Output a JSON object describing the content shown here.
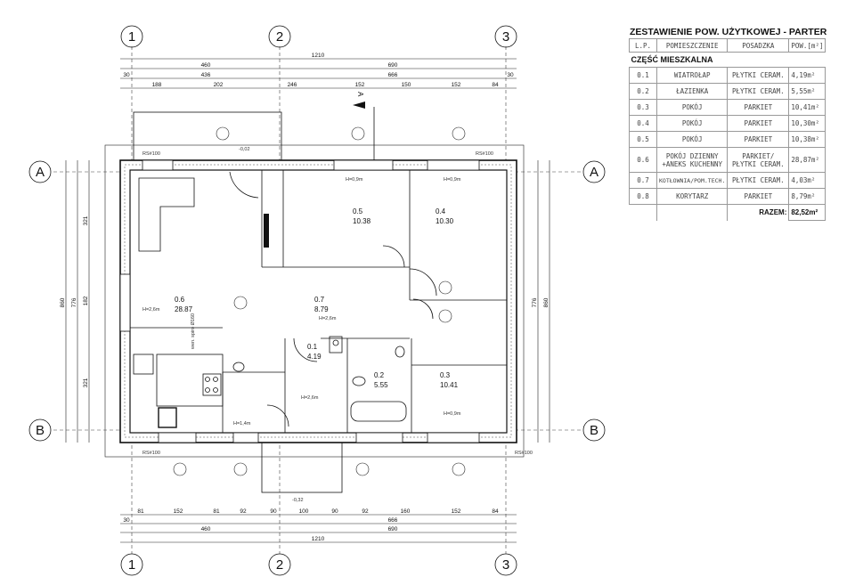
{
  "table": {
    "title": "ZESTAWIENIE POW. UŻYTKOWEJ - PARTER",
    "headers": [
      "L.P.",
      "POMIESZCZENIE",
      "POSADZKA",
      "POW.[m²]"
    ],
    "section": "CZĘŚĆ MIESZKALNA",
    "rows": [
      {
        "lp": "0.1",
        "name": "WIATROŁAP",
        "floor": "PŁYTKI CERAM.",
        "area": "4,19m²"
      },
      {
        "lp": "0.2",
        "name": "ŁAZIENKA",
        "floor": "PŁYTKI CERAM.",
        "area": "5,55m²"
      },
      {
        "lp": "0.3",
        "name": "POKÓJ",
        "floor": "PARKIET",
        "area": "10,41m²"
      },
      {
        "lp": "0.4",
        "name": "POKÓJ",
        "floor": "PARKIET",
        "area": "10,30m²"
      },
      {
        "lp": "0.5",
        "name": "POKÓJ",
        "floor": "PARKIET",
        "area": "10,38m²"
      },
      {
        "lp": "0.6",
        "name": "POKÓJ DZIENNY +ANEKS KUCHENNY",
        "floor": "PARKIET/ PŁYTKI CERAM.",
        "area": "28,87m²"
      },
      {
        "lp": "0.7",
        "name": "KOTŁOWNIA/POM.TECH.",
        "floor": "PŁYTKI CERAM.",
        "area": "4,03m²"
      },
      {
        "lp": "0.8",
        "name": "KORYTARZ",
        "floor": "PARKIET",
        "area": "8,79m²"
      }
    ],
    "total_label": "RAZEM:",
    "total_value": "82,52m²"
  },
  "axes": {
    "x": [
      "1",
      "2",
      "3"
    ],
    "y": [
      "A",
      "B"
    ]
  },
  "dims": {
    "top_total": "1210",
    "top_l2": [
      "460",
      "690"
    ],
    "top_l3": [
      "30",
      "436",
      "666",
      "30"
    ],
    "top_l4": [
      "188",
      "202",
      "246",
      "152",
      "150",
      "152",
      "84"
    ],
    "bot_l1": [
      "81",
      "152",
      "81",
      "92",
      "90",
      "100",
      "90",
      "92",
      "160",
      "152",
      "84"
    ],
    "bot_l2": [
      "30",
      "666"
    ],
    "bot_l3": [
      "460",
      "690"
    ],
    "bot_total": "1210",
    "side": [
      "860",
      "776",
      "321",
      "182",
      "321"
    ]
  },
  "rooms": [
    {
      "id": "0.1",
      "area": "4.19"
    },
    {
      "id": "0.2",
      "area": "5.55"
    },
    {
      "id": "0.3",
      "area": "10.41"
    },
    {
      "id": "0.4",
      "area": "10.30"
    },
    {
      "id": "0.5",
      "area": "10.38"
    },
    {
      "id": "0.6",
      "area": "28.87"
    },
    {
      "id": "0.7",
      "area": "8.79"
    }
  ],
  "notes": {
    "h26": "H=2,6m",
    "h09": "H=0,9m",
    "h14": "H=1,4m",
    "vent": "wen. spiro Ø160",
    "rs": "RS#100",
    "level_in": "-0,02",
    "level_out": "-0,32",
    "section_mark": "A"
  }
}
